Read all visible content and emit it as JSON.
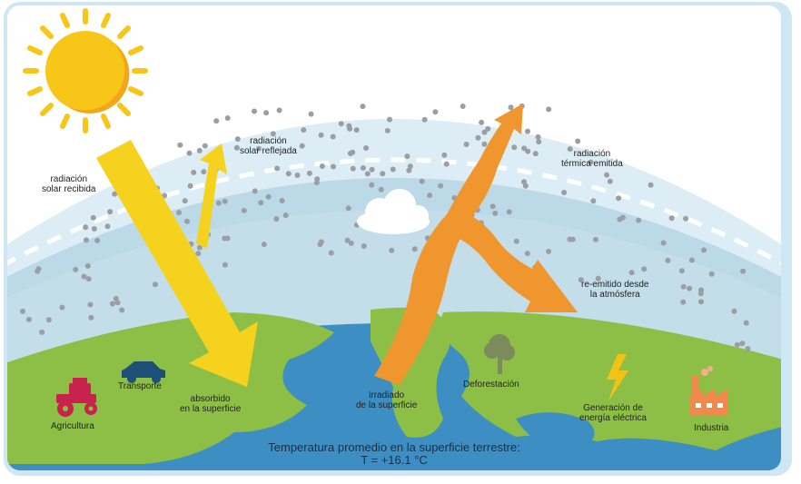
{
  "labels": {
    "solar_received": [
      "radiación",
      "solar recibida"
    ],
    "solar_reflected": [
      "radiación",
      "solar reflejada"
    ],
    "thermal_emitted": [
      "radiación",
      "térmica emitida"
    ],
    "reemitted": [
      "re-emitido desde",
      "la atmósfera"
    ],
    "absorbed": [
      "absorbido",
      "en la superficie"
    ],
    "irradiated": [
      "irradiado",
      "de la superficie"
    ],
    "agriculture": "Agricultura",
    "transport": "Transporte",
    "deforestation": "Deforestación",
    "energy": [
      "Generación de",
      "energía eléctrica"
    ],
    "industry": "Industria"
  },
  "temperature": {
    "line1": "Temperatura promedio en la superficie terrestre:",
    "line2": "T = +16.1 °C"
  },
  "colors": {
    "sky": "#c9e2ee",
    "atmosphere_band": "#b9d8e6",
    "ocean": "#3a8fc4",
    "land": "#8cbf45",
    "sun": "#f7c618",
    "sun_shade": "#f3a51c",
    "solar_arrow": "#f5d21d",
    "thermal_arrow": "#f0962e",
    "particles": "#9b9ea2",
    "tractor": "#c8234d",
    "car": "#1d4f78",
    "tree": "#7a8a5a",
    "bolt": "#f3c214",
    "factory": "#f08a4c"
  },
  "icons": [
    "sun-icon",
    "cloud-icon",
    "tractor-icon",
    "car-icon",
    "tree-icon",
    "lightning-icon",
    "factory-icon"
  ]
}
